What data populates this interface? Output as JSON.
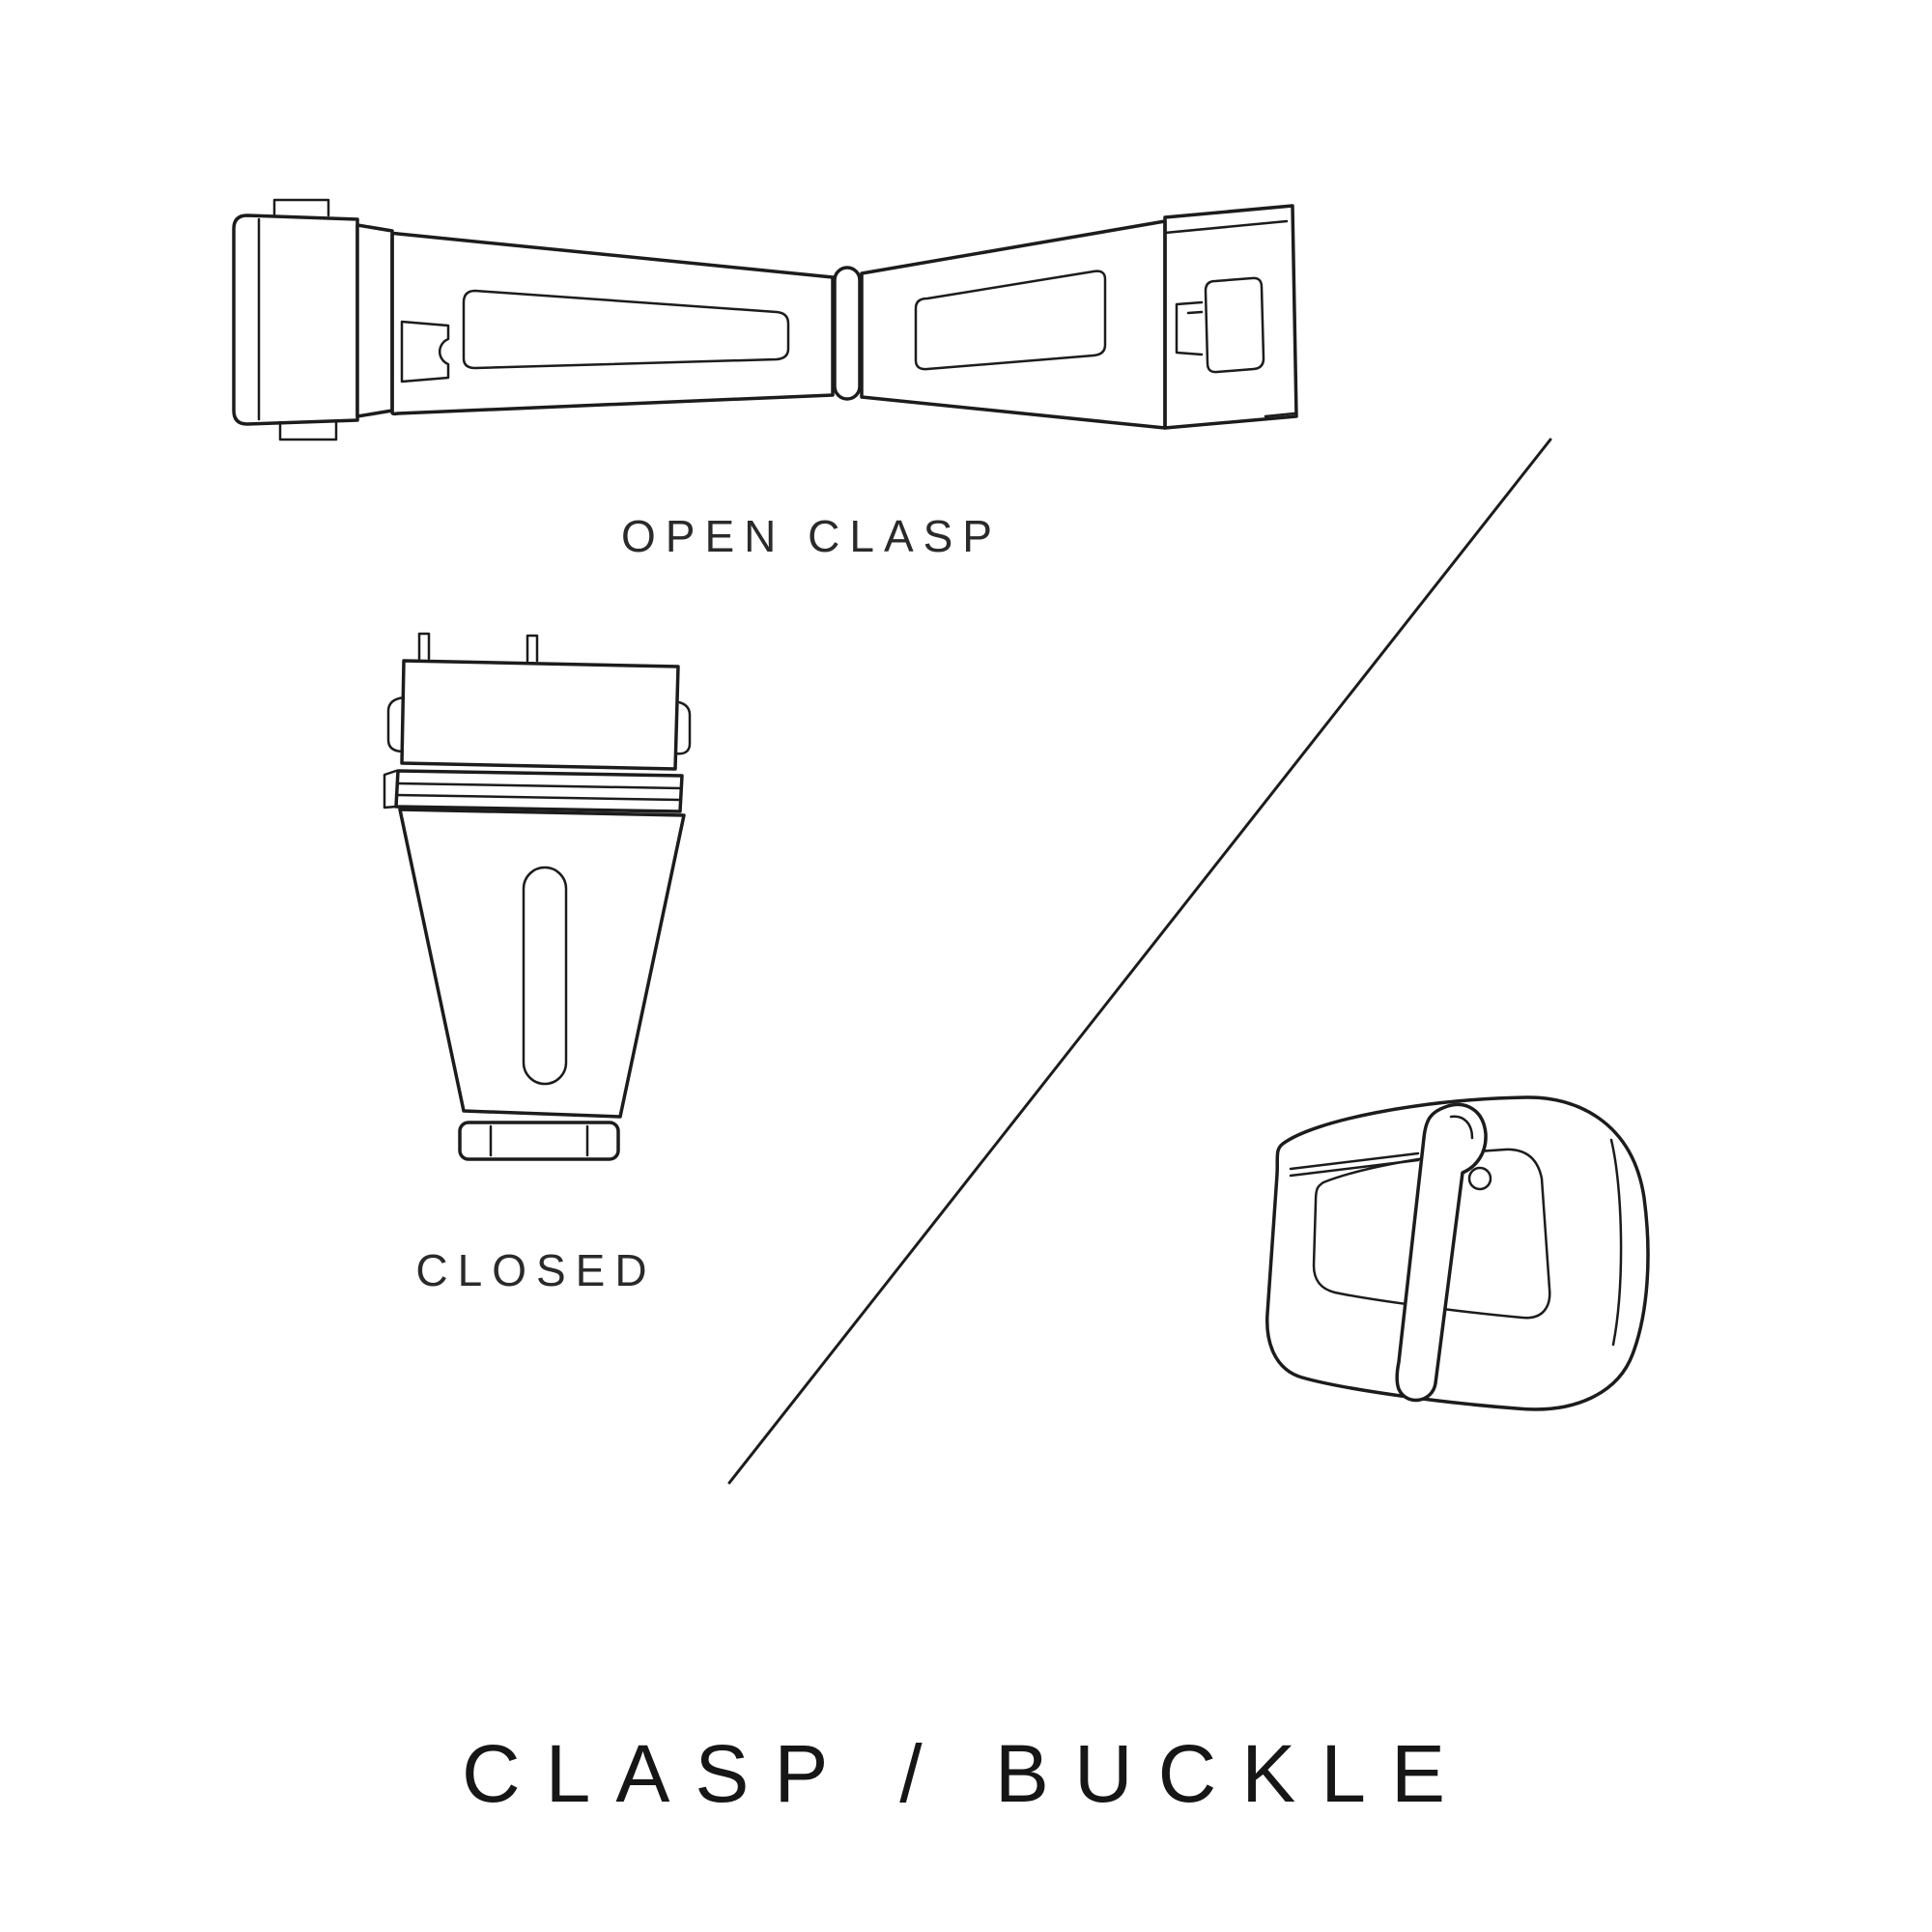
{
  "title": {
    "text": "CLASP / BUCKLE"
  },
  "labels": {
    "open_clasp": "OPEN CLASP",
    "closed": "CLOSED"
  },
  "illustrations": [
    {
      "name": "open-clasp-illustration",
      "caption": "OPEN CLASP"
    },
    {
      "name": "closed-clasp-illustration",
      "caption": "CLOSED"
    },
    {
      "name": "tang-buckle-illustration",
      "caption": ""
    }
  ],
  "colors": {
    "background": "#ffffff",
    "line": "#1c1c1c",
    "text": "#1c1c1c"
  }
}
